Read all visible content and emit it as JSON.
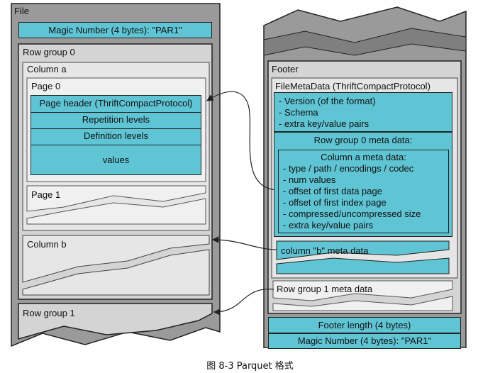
{
  "file": {
    "title": "File",
    "magic": "Magic Number (4 bytes): \"PAR1\"",
    "row_group_0": {
      "title": "Row group 0",
      "column_a": {
        "title": "Column a",
        "page0": {
          "title": "Page 0",
          "header": "Page header (ThriftCompactProtocol)",
          "repetition": "Repetition levels",
          "definition": "Definition levels",
          "values": "values"
        },
        "page1": "Page 1"
      },
      "column_b": "Column b"
    },
    "row_group_1": "Row group 1"
  },
  "footer": {
    "title": "Footer",
    "file_metadata": {
      "title": "FileMetaData (ThriftCompactProtocol)",
      "items": [
        "- Version (of the format)",
        "- Schema",
        "- extra key/value pairs"
      ],
      "row_group_0_meta": {
        "title": "Row group 0 meta data:",
        "column_a_meta": {
          "title": "Column a meta data:",
          "items": [
            "- type / path / encodings / codec",
            "- num values",
            "- offset of first data page",
            "- offset of first index page",
            "- compressed/uncompressed size",
            "- extra key/value pairs"
          ]
        },
        "column_b_meta": "column \"b\" meta data"
      },
      "row_group_1_meta": "Row group 1 meta data"
    },
    "footer_length": "Footer length (4 bytes)",
    "magic": "Magic Number (4 bytes): \"PAR1\""
  },
  "caption": "图 8-3 Parquet 格式",
  "colors": {
    "panel": "#999999",
    "box": "#d6d6d6",
    "inner": "#e8e8e8",
    "cyan": "#5fc4d3"
  }
}
